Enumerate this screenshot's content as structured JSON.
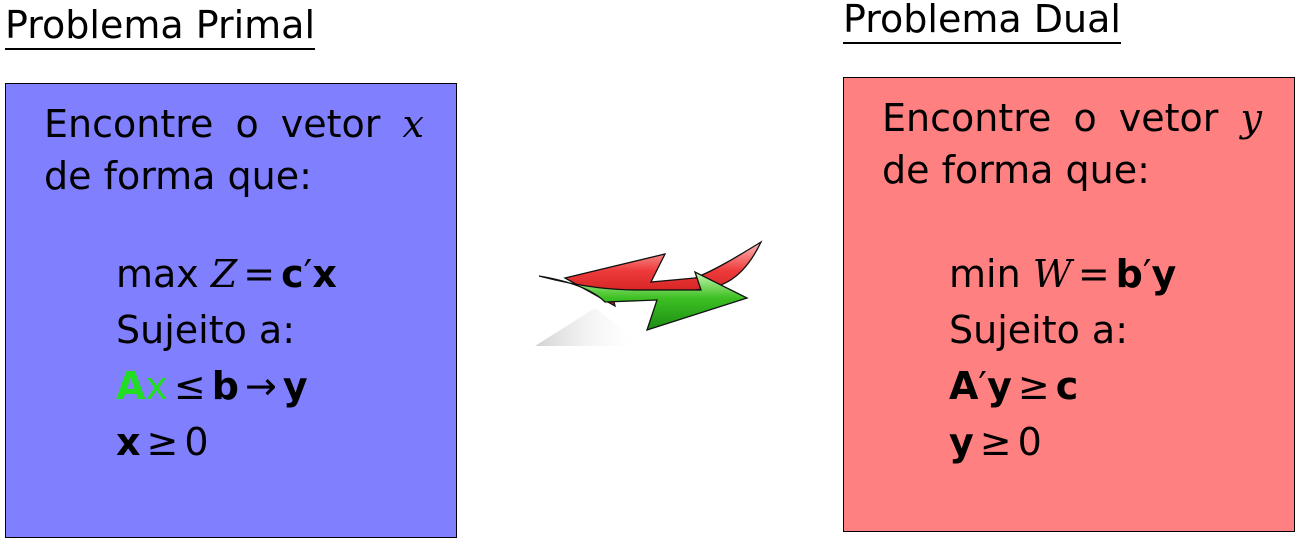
{
  "primal": {
    "title": "Problema Primal",
    "intro": [
      "Encontre o vetor",
      "x",
      "de forma que:"
    ],
    "objective": {
      "op": "max",
      "var": "Z",
      "eq": "=",
      "rhs_c": "c",
      "prime": "′",
      "rhs_x": "x"
    },
    "subject_to": "Sujeito a:",
    "constraint": {
      "A": "A",
      "x": "x",
      "le": "≤",
      "b": "b",
      "arrow": "→",
      "y": "y"
    },
    "nonneg": {
      "x": "x",
      "ge": "≥",
      "zero": "0"
    }
  },
  "dual": {
    "title": "Problema Dual",
    "intro": [
      "Encontre o vetor",
      "y",
      "de forma que:"
    ],
    "objective": {
      "op": "min",
      "var": "W",
      "eq": "=",
      "rhs_b": "b",
      "prime": "′",
      "rhs_y": "y"
    },
    "subject_to": "Sujeito a:",
    "constraint": {
      "A": "A",
      "prime": "′",
      "y": "y",
      "ge": "≥",
      "c": "c"
    },
    "nonneg": {
      "y": "y",
      "ge": "≥",
      "zero": "0"
    }
  },
  "colors": {
    "primal_box": "#8080ff",
    "dual_box": "#ff8080",
    "highlight": "#22dd22",
    "arrow_red": "#ee3333",
    "arrow_green": "#33bb22"
  },
  "icons": {
    "center": "exchange-arrows-icon"
  }
}
